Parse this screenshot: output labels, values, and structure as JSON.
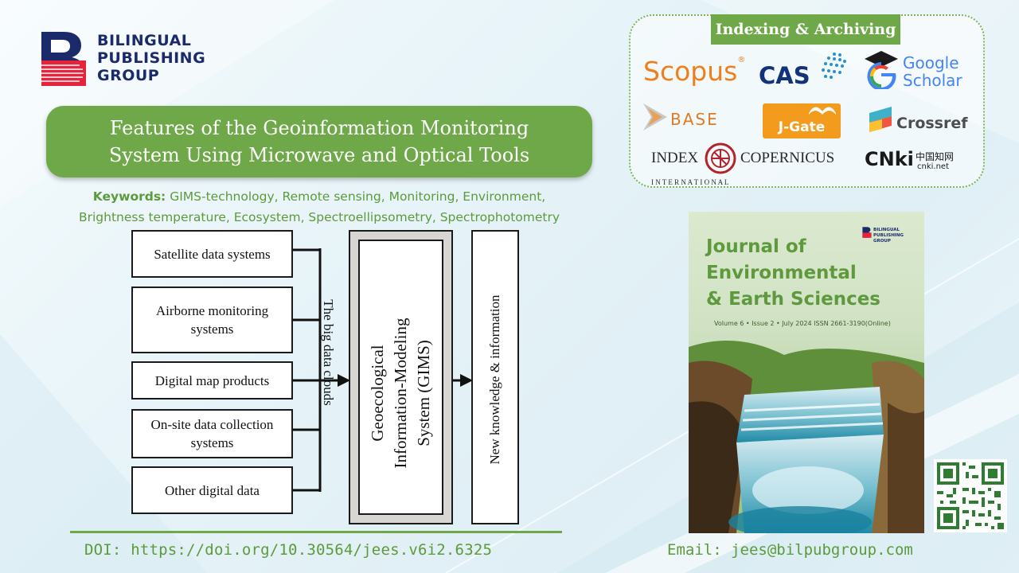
{
  "publisher": {
    "logo_lines": [
      "BILINGUAL",
      "PUBLISHING",
      "GROUP"
    ],
    "brand_colors": {
      "navy": "#1b2a6b",
      "red": "#e5243b",
      "green": "#6ea848"
    }
  },
  "article": {
    "title_lines": [
      "Features of the Geoinformation Monitoring",
      "System Using Microwave and Optical Tools"
    ],
    "keywords_label": "Keywords:",
    "keywords_line1": " GIMS-technology, Remote sensing, Monitoring, Environment,",
    "keywords_line2": "Brightness temperature, Ecosystem, Spectroellipsometry, Spectrophotometry"
  },
  "diagram": {
    "inputs": [
      {
        "lines": [
          "Satellite data systems"
        ]
      },
      {
        "lines": [
          "Airborne monitoring",
          "systems"
        ]
      },
      {
        "lines": [
          "Digital map products"
        ]
      },
      {
        "lines": [
          "On-site data collection",
          "systems"
        ]
      },
      {
        "lines": [
          "Other digital data"
        ]
      }
    ],
    "bus_label": "The big data clouds",
    "center_lines": [
      "Geoecological",
      "Information-Modeling",
      "System (GIMS)"
    ],
    "output_label": "New knowledge & information"
  },
  "footer": {
    "doi": "DOI: https://doi.org/10.30564/jees.v6i2.6325",
    "email": "Email: jees@bilpubgroup.com"
  },
  "indexing": {
    "title": "Indexing & Archiving",
    "scopus": "Scopus",
    "cas": "CAS",
    "google_line1": "Google",
    "google_line2": "Scholar",
    "base": "BASE",
    "jgate": "J-Gate",
    "crossref": "Crossref",
    "index_left": "INDEX",
    "index_right": "COPERNICUS",
    "index_sub": "I N T E R N A T I O N A L",
    "cnki": "CNki",
    "cnki_cn": "中国知网",
    "cnki_url": "cnki.net"
  },
  "cover": {
    "title_lines": [
      "Journal of",
      "Environmental",
      "& Earth Sciences"
    ],
    "volume_line": "Volume 6 • Issue 2 • July 2024  ISSN  2661-3190(Online)",
    "logo_lines": [
      "BILINGUAL",
      "PUBLISHING",
      "GROUP"
    ]
  }
}
